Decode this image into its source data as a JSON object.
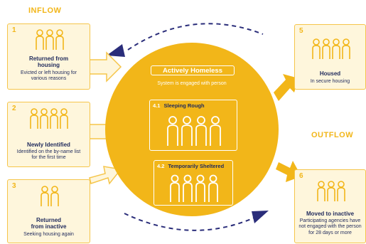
{
  "inflow_label": "INFLOW",
  "outflow_label": "OUTFLOW",
  "center": {
    "title": "Actively Homeless",
    "subtitle": "System is engaged with person",
    "sub1": {
      "num": "4.1",
      "label": "Sleeping Rough"
    },
    "sub2": {
      "num": "4.2",
      "label": "Temporarily Sheltered"
    }
  },
  "cards": {
    "c1": {
      "num": "1",
      "title": "Returned from housing",
      "desc": "Evicted or left housing for various reasons"
    },
    "c2": {
      "num": "2",
      "title": "Newly Identified",
      "desc": "Identified on the by-name list for the first time"
    },
    "c3": {
      "num": "3",
      "title": "Returned from inactive",
      "desc": "Seeking housing again"
    },
    "c5": {
      "num": "5",
      "title": "Housed",
      "desc": "In secure housing"
    },
    "c6": {
      "num": "6",
      "title": "Moved to inactive",
      "desc": "Participating agencies have not engaged with the person for 28 days or more"
    }
  },
  "colors": {
    "accent": "#f2b619",
    "card_bg": "#fef6dc",
    "navy": "#1f2a5c"
  }
}
